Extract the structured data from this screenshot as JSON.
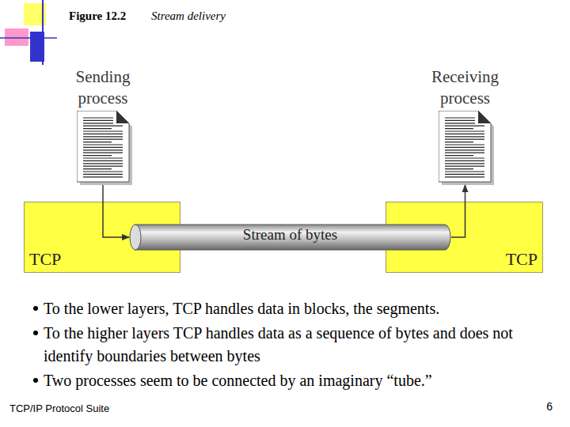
{
  "diagram": {
    "title": "Figure 12.2",
    "caption": "Stream delivery",
    "nodes": [
      {
        "text": [
          "Sending process"
        ]
      },
      {
        "text": [
          "Receiving process"
        ]
      },
      {
        "text": [
          "TCP"
        ]
      },
      {
        "text": [
          "Stream of bytes"
        ]
      },
      {
        "text": [
          "TCP"
        ]
      }
    ],
    "edges": [
      {
        "from": 0,
        "to": 3,
        "arrow": "to"
      },
      {
        "from": 3,
        "to": 1,
        "arrow": "to"
      }
    ],
    "labels": [
      "To the lower layers, TCP handles data in blocks, the segments.",
      "To the higher layers TCP handles data as a sequence of bytes and does not identify boundaries between bytes",
      "Two processes seem to be connected by an imaginary “tube.”",
      "TCP/IP Protocol Suite",
      "6"
    ]
  }
}
